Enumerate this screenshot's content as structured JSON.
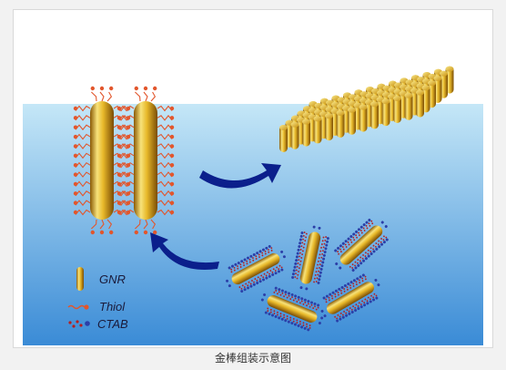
{
  "legend": {
    "gnr_label": "GNR",
    "thiol_label": "Thiol",
    "ctab_label": "CTAB"
  },
  "caption": "金棒组装示意图",
  "colors": {
    "water_top": "#bfe3f5",
    "water_bottom": "#3d8fd8",
    "gold_light": "#f7e27a",
    "gold_mid": "#d9a41b",
    "gold_dark": "#8a5a06",
    "arrow": "#0b1f8c",
    "thiol": "#e2562c",
    "ctab_red": "#b51f1f",
    "ctab_blue": "#2b3fa8"
  }
}
